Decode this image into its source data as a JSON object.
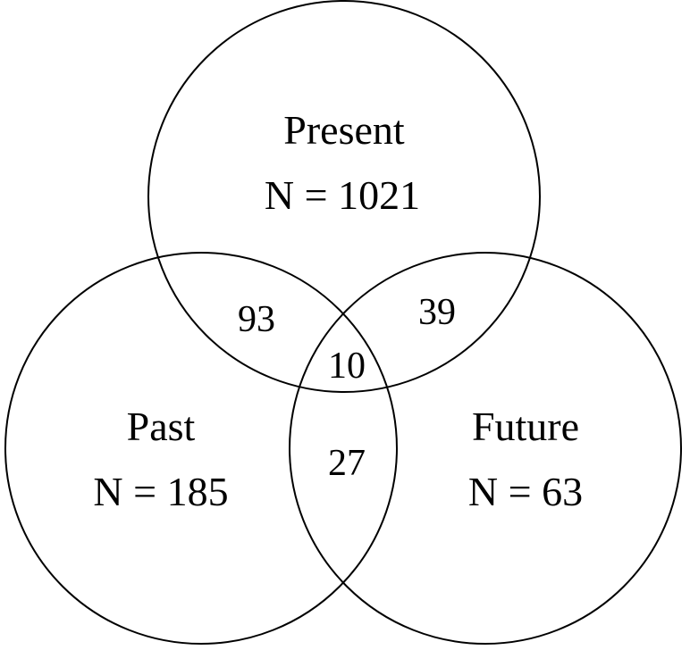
{
  "sets": {
    "present": {
      "name": "Present",
      "count": "N = 1021"
    },
    "past": {
      "name": "Past",
      "count": "N = 185"
    },
    "future": {
      "name": "Future",
      "count": "N = 63"
    }
  },
  "overlaps": {
    "present_past": "93",
    "present_future": "39",
    "past_future": "27",
    "all_three": "10"
  }
}
